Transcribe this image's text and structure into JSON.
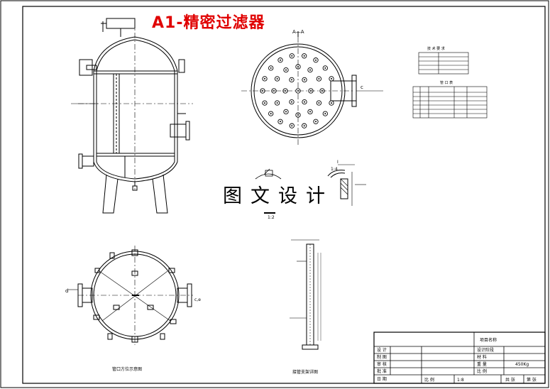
{
  "drawing": {
    "title": "A1-精密过滤器",
    "watermark": "图文设计",
    "section_label": "A—A",
    "scale_1_2": "1:2",
    "scale_1_4": "1:4",
    "detail_mark": "I",
    "label_c": "c",
    "label_d": "d",
    "label_ce": "c,e",
    "label_bottom_left": "管口方位示意图",
    "label_bottom_mid": "接管支架详图",
    "tech_table_header": "技 术 要 求",
    "nozzle_table_header": "管 口 表"
  },
  "title_block": {
    "left_rows": [
      "设 计",
      "制 图",
      "审 核",
      "批 准",
      "日 期"
    ],
    "right_title": "项目名称",
    "fields": [
      {
        "label": "设计阶段",
        "value": ""
      },
      {
        "label": "材    料",
        "value": ""
      },
      {
        "label": "重    量",
        "value": "450Kg"
      },
      {
        "label": "比    例",
        "value": ""
      }
    ],
    "bottom": {
      "scale_label": "比 例",
      "scale_value": "1:8",
      "sheet_label": "共 张",
      "sheet2_label": "第 张"
    }
  }
}
